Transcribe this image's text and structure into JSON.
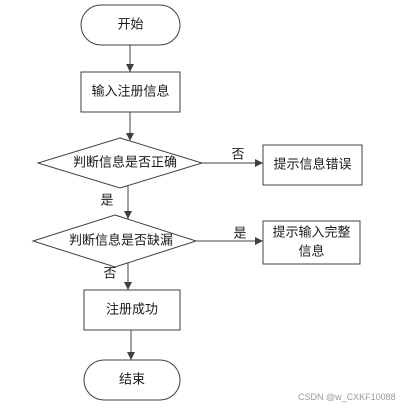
{
  "flowchart": {
    "start": "开始",
    "input_info": "输入注册信息",
    "check_correct": "判断信息是否正确",
    "prompt_error": "提示信息错误",
    "check_missing": "判断信息是否缺漏",
    "prompt_complete": [
      "提示输入完整",
      "信息"
    ],
    "register_success": "注册成功",
    "end": "结束"
  },
  "edge_labels": {
    "correct_no": "否",
    "correct_yes": "是",
    "missing_yes": "是",
    "missing_no": "否"
  },
  "watermark": "CSDN @w_CXKF10088",
  "colors": {
    "stroke": "#404040",
    "text": "#1a1a1a",
    "watermark": "#9a9a9a"
  }
}
